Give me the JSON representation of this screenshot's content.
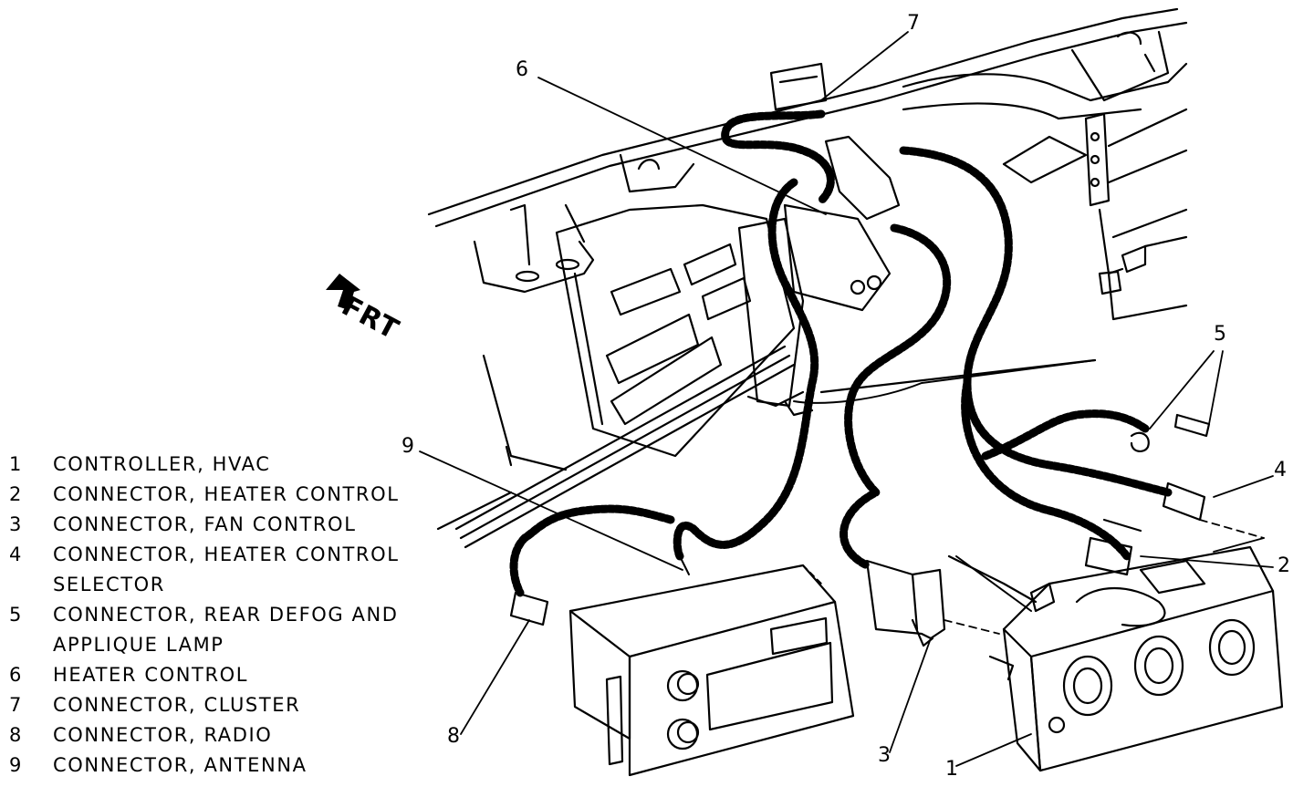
{
  "direction_label": "FRT",
  "legend": [
    {
      "num": "1",
      "lines": [
        "CONTROLLER, HVAC"
      ]
    },
    {
      "num": "2",
      "lines": [
        "CONNECTOR, HEATER CONTROL"
      ]
    },
    {
      "num": "3",
      "lines": [
        "CONNECTOR, FAN CONTROL"
      ]
    },
    {
      "num": "4",
      "lines": [
        "CONNECTOR, HEATER CONTROL",
        "SELECTOR"
      ]
    },
    {
      "num": "5",
      "lines": [
        "CONNECTOR, REAR DEFOG AND",
        "APPLIQUE LAMP"
      ]
    },
    {
      "num": "6",
      "lines": [
        "HEATER CONTROL"
      ]
    },
    {
      "num": "7",
      "lines": [
        "CONNECTOR, CLUSTER"
      ]
    },
    {
      "num": "8",
      "lines": [
        "CONNECTOR, RADIO"
      ]
    },
    {
      "num": "9",
      "lines": [
        "CONNECTOR, ANTENNA"
      ]
    }
  ],
  "callouts": [
    "1",
    "2",
    "3",
    "4",
    "5",
    "6",
    "7",
    "8",
    "9"
  ]
}
